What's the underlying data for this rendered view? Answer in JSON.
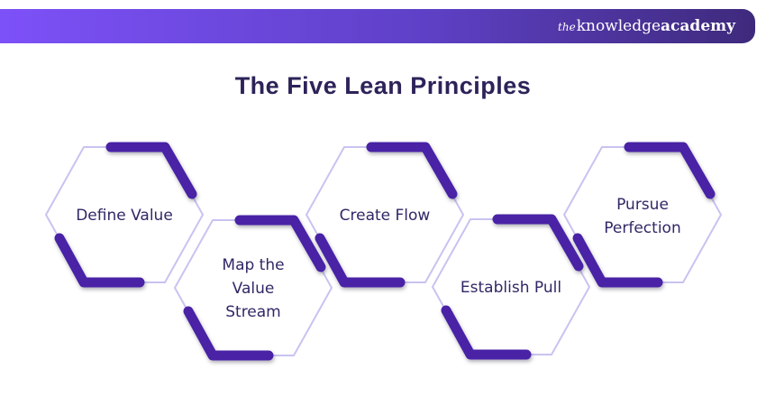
{
  "header": {
    "logo": {
      "the": "the",
      "knowledge": "knowledge",
      "academy": "academy"
    }
  },
  "title": "The Five Lean Principles",
  "colors": {
    "header_gradient_left": "#7d51f8",
    "header_gradient_right": "#3e2a7c",
    "accent_purple": "#4822a6",
    "hex_outline": "#c9c3f0",
    "title_text": "#2d2359",
    "label_text": "#312766"
  },
  "hexagons": [
    {
      "label": "Define Value"
    },
    {
      "label": "Map the Value Stream"
    },
    {
      "label": "Create Flow"
    },
    {
      "label": "Establish Pull"
    },
    {
      "label": "Pursue Perfection"
    }
  ]
}
